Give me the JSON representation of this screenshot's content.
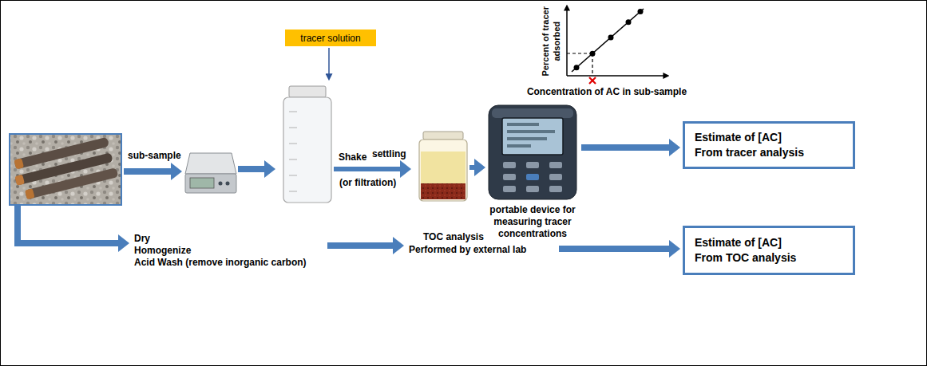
{
  "diagram": {
    "nodes": [
      {
        "text": [
          "tracer solution"
        ]
      },
      {
        "text": [
          "Estimate of [AC]",
          "From tracer analysis"
        ]
      },
      {
        "text": [
          "Estimate of [AC]",
          "From TOC analysis"
        ]
      }
    ],
    "labels": [
      "sub-sample",
      "Shake",
      "settling",
      "(or filtration)",
      "Percent of tracer adsorbed",
      "Concentration of AC in sub-sample",
      "portable device for measuring tracer concentrations",
      "Dry",
      "Homogenize",
      "Acid Wash (remove inorganic carbon)",
      "TOC analysis",
      "Performed by external lab"
    ]
  }
}
